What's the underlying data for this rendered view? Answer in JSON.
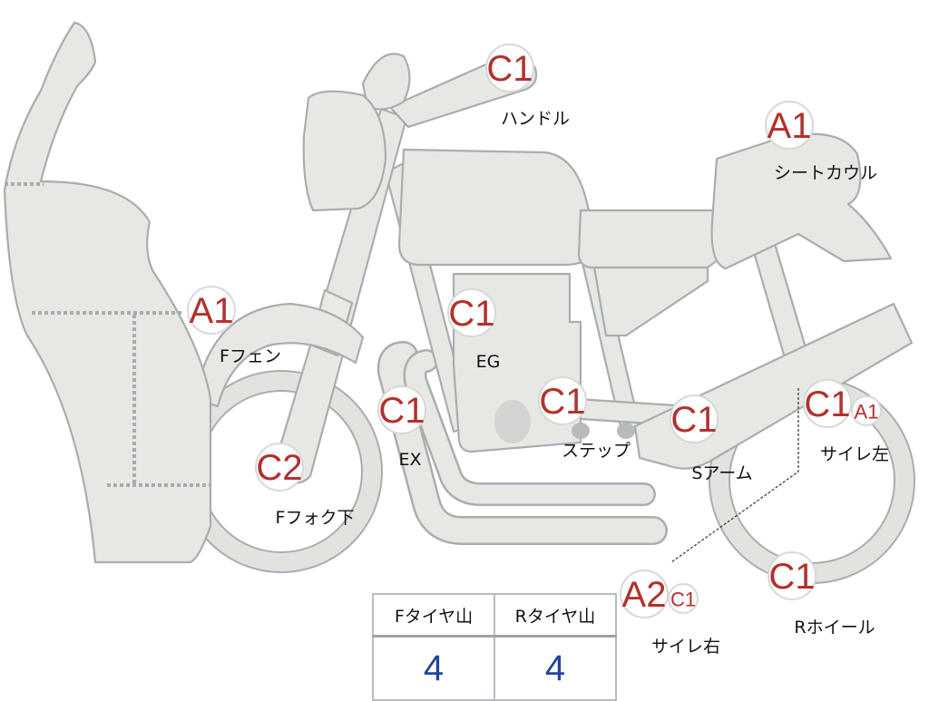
{
  "parts": [
    {
      "key": "handle",
      "grade": "C1",
      "label": "ハンドル"
    },
    {
      "key": "seat-cowl",
      "grade": "A1",
      "label": "シートカウル"
    },
    {
      "key": "front-fender",
      "grade": "A1",
      "label": "Fフェン"
    },
    {
      "key": "engine",
      "grade": "C1",
      "label": "EG"
    },
    {
      "key": "exhaust",
      "grade": "C1",
      "label": "EX"
    },
    {
      "key": "step",
      "grade": "C1",
      "label": "ステップ"
    },
    {
      "key": "swing-arm",
      "grade": "C1",
      "label": "Sアーム"
    },
    {
      "key": "muffler-left",
      "grade": "C1",
      "grade2": "A1",
      "label": "サイレ左"
    },
    {
      "key": "front-fork-lower",
      "grade": "C2",
      "label": "Fフォク下"
    },
    {
      "key": "muffler-right",
      "grade": "A2",
      "grade2": "C1",
      "label": "サイレ右"
    },
    {
      "key": "rear-wheel",
      "grade": "C1",
      "label": "Rホイール"
    }
  ],
  "tire_table": {
    "headers": [
      "Fタイヤ山",
      "Rタイヤ山"
    ],
    "values": [
      "4",
      "4"
    ]
  },
  "colors": {
    "grade_text": "#b3302d",
    "tire_value": "#23449c",
    "part_fill": "#e7e8e4",
    "part_outline": "#a9adb0"
  }
}
